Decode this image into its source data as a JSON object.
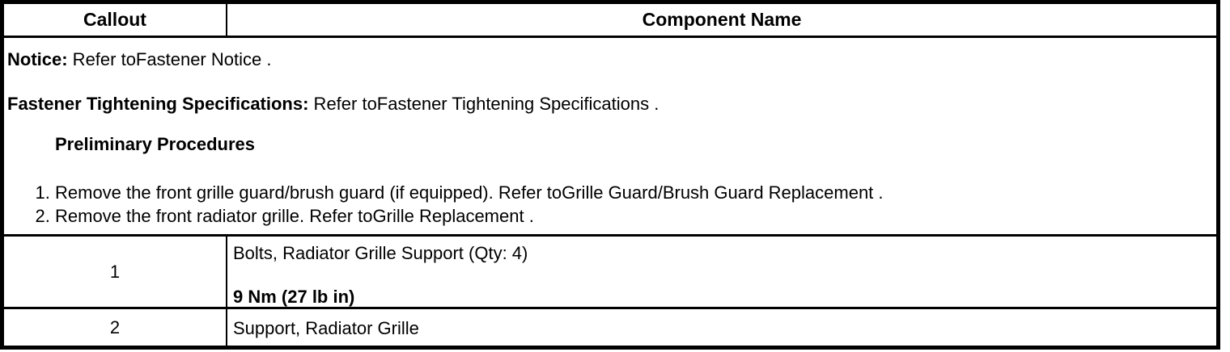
{
  "colors": {
    "border": "#000000",
    "background": "#ffffff",
    "text": "#000000"
  },
  "table": {
    "header": {
      "callout": "Callout",
      "component": "Component Name"
    },
    "notes": {
      "notice_label": "Notice:",
      "notice_text": " Refer toFastener Notice .",
      "fastener_label": "Fastener Tightening Specifications:",
      "fastener_text": " Refer toFastener Tightening Specifications .",
      "preliminary_heading": "Preliminary Procedures",
      "steps": [
        "Remove the front grille guard/brush guard (if equipped). Refer toGrille Guard/Brush Guard Replacement .",
        "Remove the front radiator grille. Refer toGrille Replacement ."
      ]
    },
    "rows": [
      {
        "callout": "1",
        "component": "Bolts, Radiator Grille Support (Qty: 4)",
        "torque": "9 Nm (27 lb in)"
      },
      {
        "callout": "2",
        "component": "Support, Radiator Grille"
      }
    ]
  }
}
